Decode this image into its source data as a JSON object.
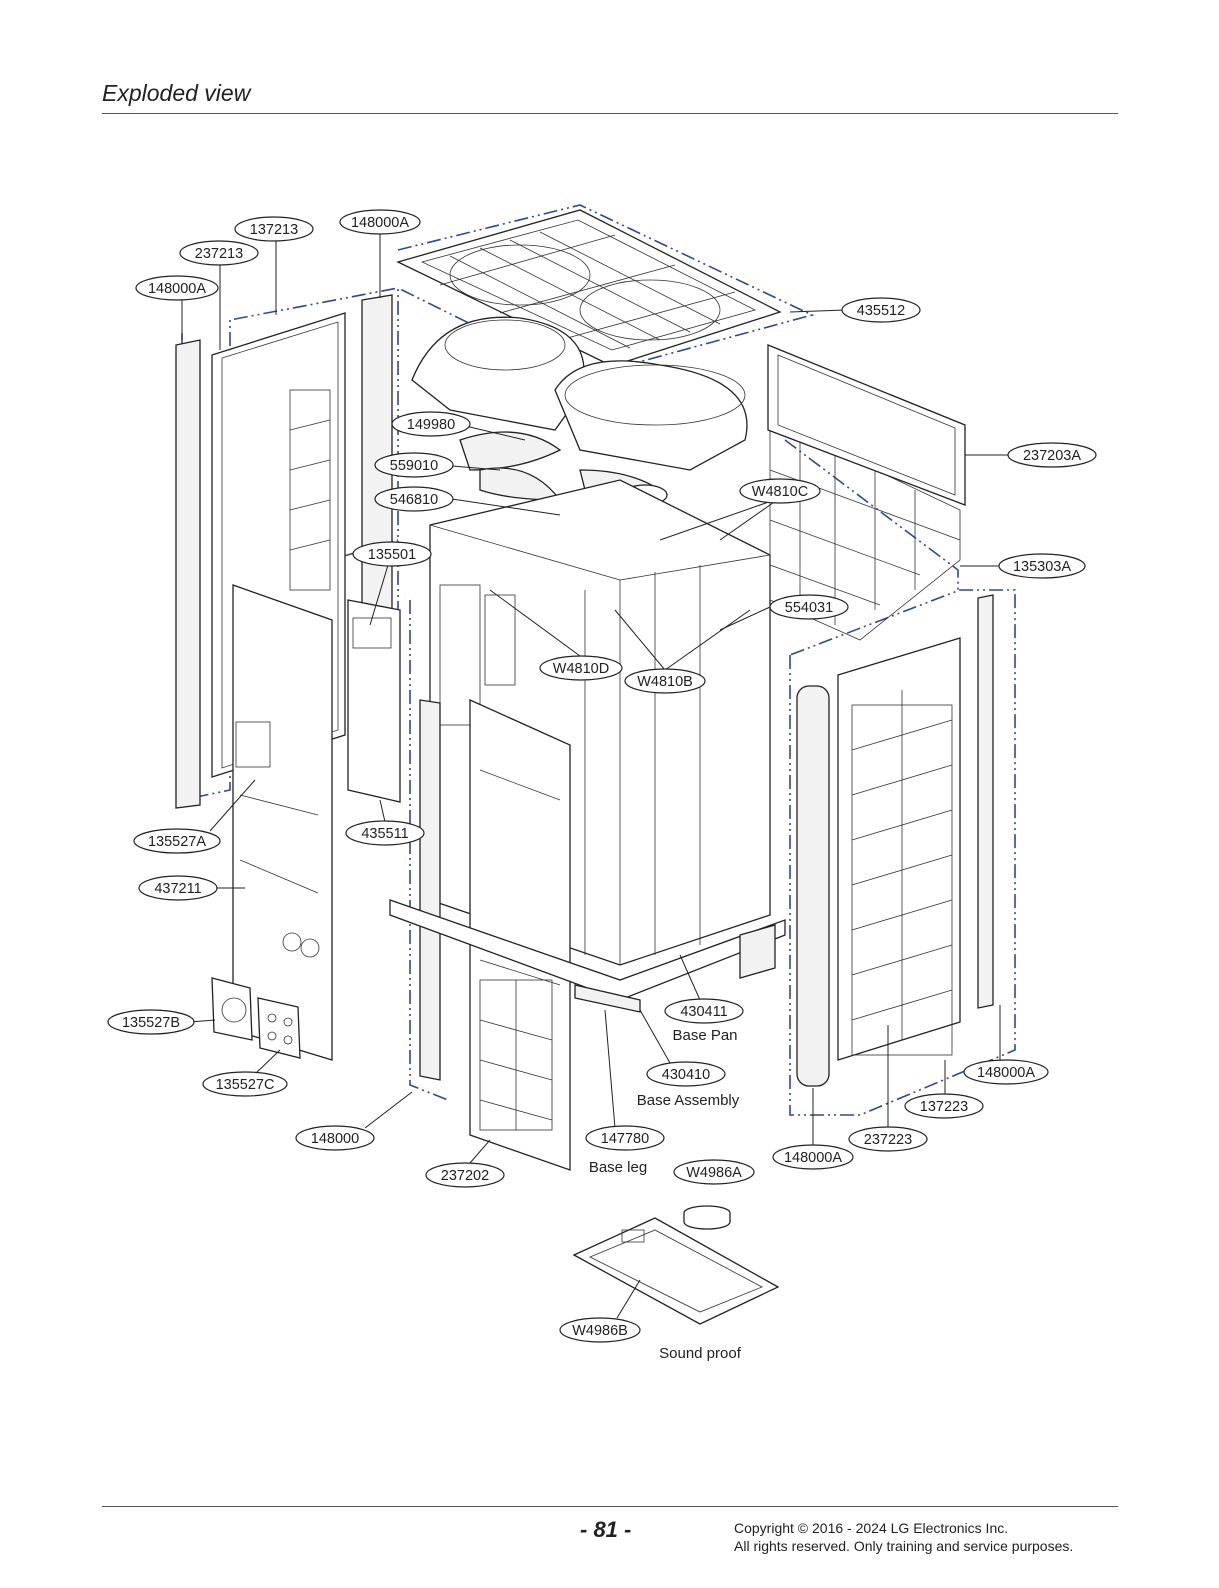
{
  "header": {
    "title": "Exploded view"
  },
  "footer": {
    "page_number": "- 81 -",
    "copyright_line1": "Copyright © 2016 - 2024 LG Electronics Inc.",
    "copyright_line2": "All rights reserved. Only training and service purposes."
  },
  "callouts": {
    "p137213": "137213",
    "p148000A_top": "148000A",
    "p237213": "237213",
    "p148000A_left": "148000A",
    "p435512": "435512",
    "p149980": "149980",
    "p559010": "559010",
    "p546810": "546810",
    "pW4810C": "W4810C",
    "p237203A": "237203A",
    "p135501": "135501",
    "p135303A": "135303A",
    "p554031": "554031",
    "pW4810D": "W4810D",
    "pW4810B": "W4810B",
    "p135527A": "135527A",
    "p435511": "435511",
    "p437211": "437211",
    "p135527B": "135527B",
    "p430411": "430411",
    "p430410": "430410",
    "p135527C": "135527C",
    "p148000A_right": "148000A",
    "p137223": "137223",
    "p148000": "148000",
    "p147780": "147780",
    "p237223": "237223",
    "p148000A_bottom": "148000A",
    "p237202": "237202",
    "pW4986A": "W4986A",
    "pW4986B": "W4986B"
  },
  "captions": {
    "base_pan": "Base Pan",
    "base_assembly": "Base Assembly",
    "base_leg": "Base leg",
    "sound_proof": "Sound proof"
  },
  "colors": {
    "dash_line": "#2e4a8a",
    "ink": "#222222"
  }
}
